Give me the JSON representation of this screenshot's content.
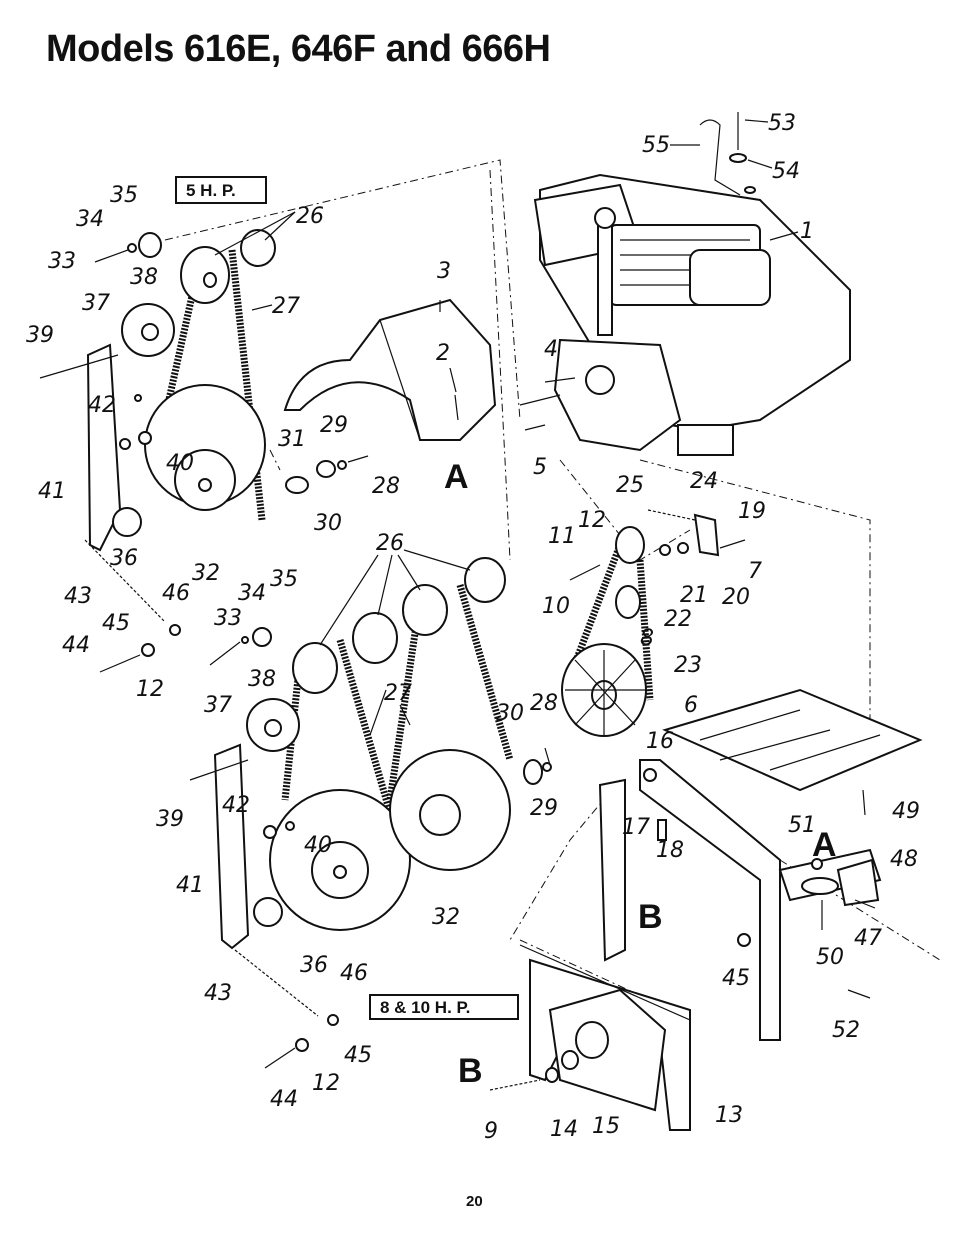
{
  "page": {
    "title": "Models 616E, 646F and 666H",
    "page_number": "20"
  },
  "boxes": {
    "five_hp": "5 H. P.",
    "eight_ten_hp": "8 & 10 H. P."
  },
  "reference_letters": [
    "A",
    "A",
    "B",
    "B"
  ],
  "callouts": [
    "1",
    "2",
    "3",
    "4",
    "5",
    "6",
    "7",
    "8",
    "9",
    "10",
    "11",
    "12",
    "12",
    "12",
    "13",
    "14",
    "15",
    "16",
    "17",
    "18",
    "19",
    "20",
    "21",
    "22",
    "23",
    "24",
    "25",
    "26",
    "26",
    "27",
    "27",
    "28",
    "28",
    "29",
    "29",
    "30",
    "30",
    "31",
    "32",
    "32",
    "33",
    "33",
    "34",
    "34",
    "35",
    "35",
    "36",
    "36",
    "37",
    "37",
    "38",
    "38",
    "39",
    "39",
    "40",
    "40",
    "41",
    "41",
    "42",
    "42",
    "43",
    "43",
    "44",
    "44",
    "45",
    "45",
    "45",
    "46",
    "46",
    "47",
    "48",
    "49",
    "50",
    "51",
    "52",
    "53",
    "54",
    "55"
  ]
}
